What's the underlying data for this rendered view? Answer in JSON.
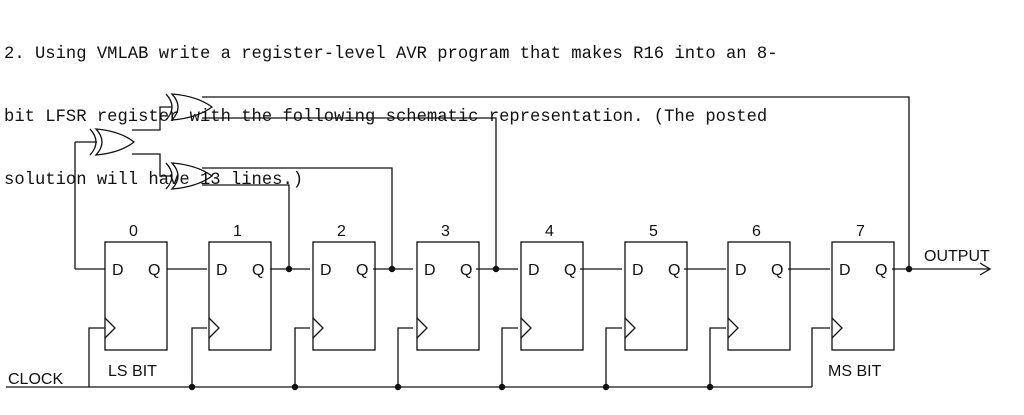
{
  "question": {
    "lines": [
      "2. Using VMLAB write a register-level AVR program that makes R16 into an 8-",
      "bit LFSR register with the following schematic representation. (The posted",
      "solution will have 13 lines.)"
    ]
  },
  "schematic": {
    "flipflops": [
      {
        "index": "0",
        "d": "D",
        "q": "Q"
      },
      {
        "index": "1",
        "d": "D",
        "q": "Q"
      },
      {
        "index": "2",
        "d": "D",
        "q": "Q"
      },
      {
        "index": "3",
        "d": "D",
        "q": "Q"
      },
      {
        "index": "4",
        "d": "D",
        "q": "Q"
      },
      {
        "index": "5",
        "d": "D",
        "q": "Q"
      },
      {
        "index": "6",
        "d": "D",
        "q": "Q"
      },
      {
        "index": "7",
        "d": "D",
        "q": "Q"
      }
    ],
    "ls_bit_label": "LS BIT",
    "ms_bit_label": "MS BIT",
    "clock_label": "CLOCK",
    "output_label": "OUTPUT",
    "xor_gates": [
      "xor-top",
      "xor-left",
      "xor-lower"
    ]
  }
}
